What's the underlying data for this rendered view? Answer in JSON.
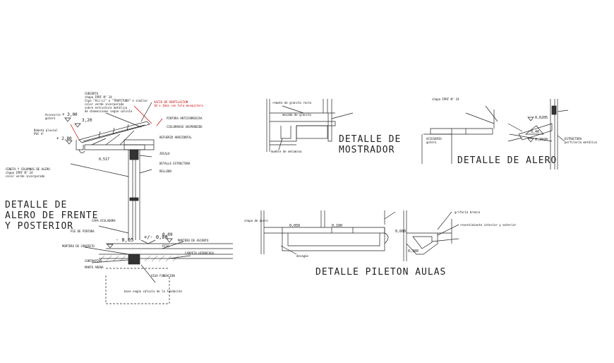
{
  "titles": {
    "alero_frente_line1": "DETALLE DE",
    "alero_frente_line2": "ALERO DE FRENTE",
    "alero_frente_line3": "Y POSTERIOR",
    "mostrador_line1": "DETALLE DE",
    "mostrador_line2": "MOSTRADOR",
    "alero": "DETALLE DE ALERO",
    "pileton": "DETALLE PILETON AULAS"
  },
  "levels": {
    "plus_300": "+ 3,00",
    "plus_320": "3,20",
    "plus_280": "+ 2,80",
    "level_0517": "0,517",
    "minus_005": "- 0,05",
    "plus_000": "+/- 0,00",
    "plus_009": "0,09",
    "alero_0620": "0,6205",
    "alero_040": "0,40",
    "alero_02020": "0,2020"
  },
  "notes": {
    "cubierta": "CUBIERTA\nchapa IPRF N° 24\ntipo \"Ali-Li\" o \"TRAPITUBO\" o similar\ncolor verde incorporado\nsobre estructura metálica\nde dimensiones según cálculo",
    "vacio_ventilacion": "VACIO DE VENTILACION\n10 x 10cm con tela mosquitera",
    "pintura": "PINTURA ANTICORROSIVA",
    "cielorraso": "CIELORRASO SUSPENDIDO",
    "refuerzo": "REFUERZO HORIZONTAL",
    "zocalo": "ZOCALO",
    "detalle_estructura": "DETALLE ESTRUCTURA",
    "relleno": "RELLENO",
    "cenefa": "CENEFA Y COLUMNAS DE ALERO\nchapa IPRF N° 24\ncolor verde incorporado",
    "accesorio": "Accesorio\ngotero",
    "babeta": "Babeta pluvial\nPVC 4\"",
    "capa_aisladora": "CAPA AISLADORA",
    "pie_pintura": "PIE DE PINTURA",
    "mortero": "MORTERO DE CONCRETO",
    "mortero_asiento": "MORTERO DE ASIENTO",
    "piso": "PISO",
    "carpeta_hidrofuga": "CARPETA HIDROFUGA",
    "contrapiso": "CONTRAPISO",
    "manto": "MANTO ARENA",
    "viga_fundacion": "VIGA FUNDACION",
    "base": "base según cálculo de la fundación",
    "mostrador_top": "remate de granito recto",
    "mostrador_mid": "mesada de granito",
    "mostrador_bottom": "mueble de melamina",
    "alero_chapa": "chapa IPRF N° 24",
    "alero_accesorio": "ACCESORIO\ngotero",
    "alero_estructura": "ESTRUCTURA\nperfilería metálica",
    "pileton_chapa": "chapa de acero",
    "pileton_revestimiento": "revestimiento interior y exterior",
    "pileton_grifo": "grifería bronce",
    "pileton_desague": "desagüe",
    "pileton_050": "0,050",
    "pileton_0100": "0,100",
    "pileton_0600": "0,600",
    "pileton_0380": "0,380"
  }
}
